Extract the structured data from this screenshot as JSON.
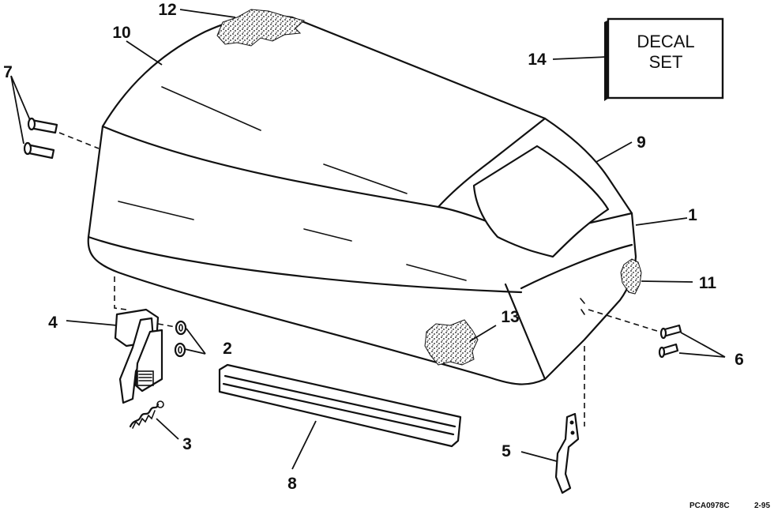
{
  "diagram": {
    "callouts": [
      "1",
      "2",
      "3",
      "4",
      "5",
      "6",
      "7",
      "8",
      "9",
      "10",
      "11",
      "12",
      "13",
      "14"
    ],
    "decal_label_line1": "DECAL",
    "decal_label_line2": "SET",
    "drawing_code": "PCA0978C",
    "drawing_date": "2-95"
  }
}
